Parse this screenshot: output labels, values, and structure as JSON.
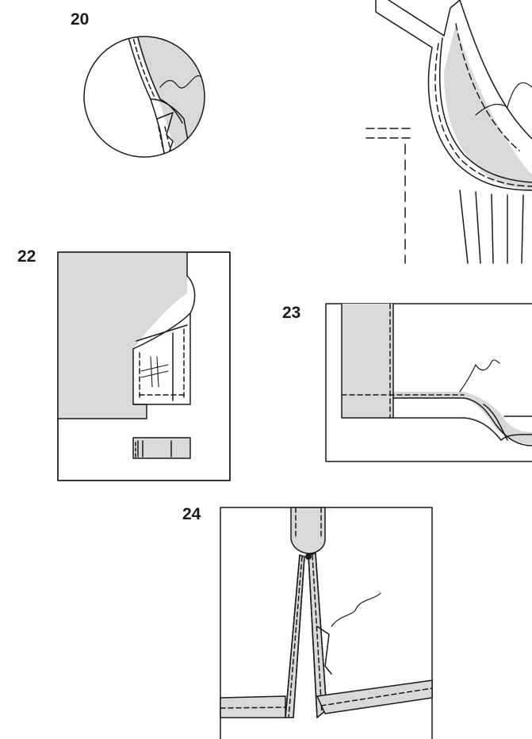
{
  "figures": {
    "fig20": {
      "number": "20"
    },
    "fig22": {
      "number": "22"
    },
    "fig23": {
      "number": "23"
    },
    "fig24": {
      "number": "24"
    }
  },
  "colors": {
    "fabric": "#d9d9d9",
    "line": "#1a1a1a",
    "background": "#ffffff"
  }
}
